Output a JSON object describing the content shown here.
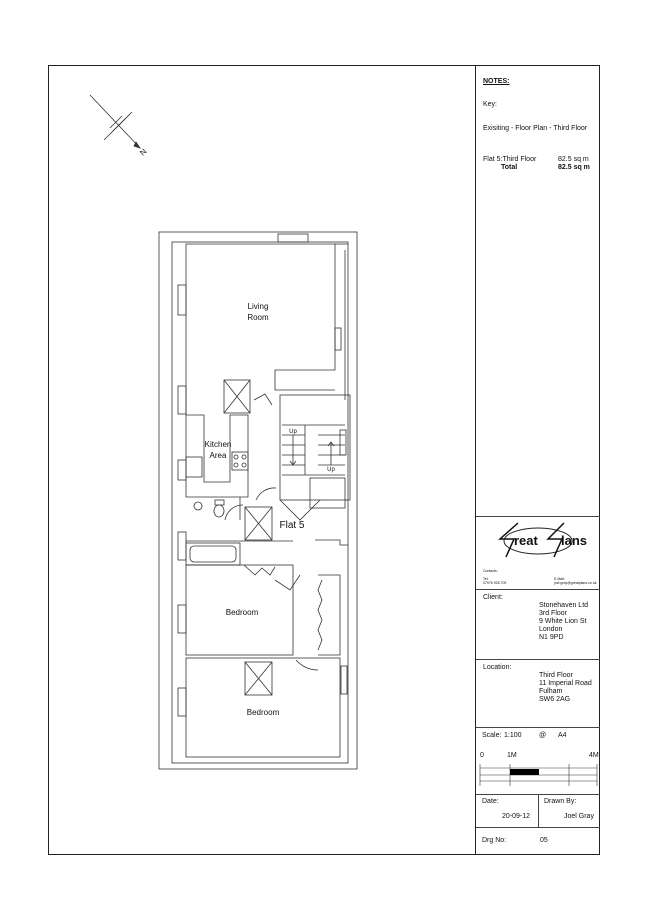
{
  "notes": {
    "heading": "NOTES:",
    "key_label": "Key:",
    "description": "Exisiting - Floor Plan - Third Floor",
    "area_rows": [
      {
        "label": "Flat 5:Third Floor",
        "value": "82.5 sq m"
      },
      {
        "label": "Total",
        "value": "82.5 sq m"
      }
    ]
  },
  "logo": {
    "text": "GreatPlans",
    "contacts_label": "Contacts:",
    "tel_label": "Tel:",
    "tel_value": "07976 928 709",
    "email_label": "E-Mail:",
    "email_value": "joel.gray@greatplans.co.uk"
  },
  "client": {
    "label": "Client:",
    "lines": [
      "Stonehaven Ltd",
      "3rd Floor",
      "9 White Lion St",
      "London",
      "N1 9PD"
    ]
  },
  "location": {
    "label": "Location:",
    "lines": [
      "Third Floor",
      "11 Imperial Road",
      "Fulham",
      "SW6 2AG"
    ]
  },
  "scale": {
    "label": "Scale:",
    "value": "1:100",
    "at": "@",
    "paper": "A4",
    "bar_ticks": [
      "0",
      "1M",
      "4M"
    ]
  },
  "date": {
    "label": "Date:",
    "value": "20-09-12"
  },
  "drawn_by": {
    "label": "Drawn By:",
    "value": "Joel Gray"
  },
  "drawing_no": {
    "label": "Drg No:",
    "value": "05"
  },
  "plan": {
    "compass": "N",
    "rooms": {
      "living_1": "Living",
      "living_2": "Room",
      "kitchen_1": "Kitchen",
      "kitchen_2": "Area",
      "flat": "Flat 5",
      "bedroom_1": "Bedroom",
      "bedroom_2": "Bedroom",
      "up_1": "Up",
      "up_2": "Up"
    }
  }
}
